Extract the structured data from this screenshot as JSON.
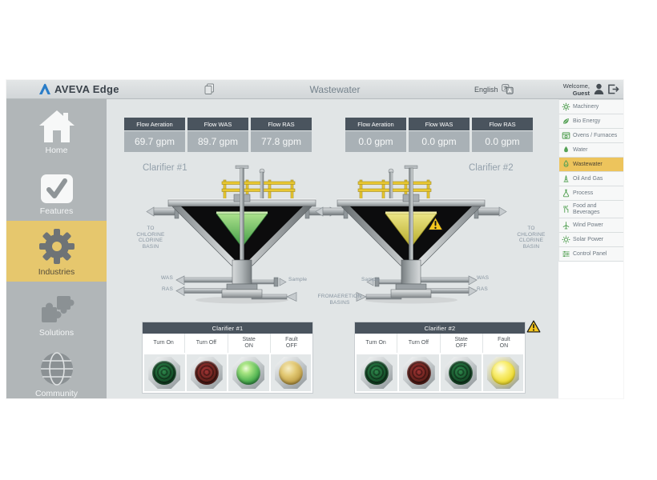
{
  "topbar": {
    "brand": "AVEVA Edge",
    "title": "Wastewater",
    "language": "English",
    "welcome_line1": "Welcome,",
    "welcome_line2": "Guest"
  },
  "left_nav": {
    "items": [
      {
        "label": "Home"
      },
      {
        "label": "Features"
      },
      {
        "label": "Industries"
      },
      {
        "label": "Solutions"
      },
      {
        "label": "Community"
      }
    ]
  },
  "industries_nav": {
    "items": [
      {
        "label": "Machinery"
      },
      {
        "label": "Bio Energy"
      },
      {
        "label": "Ovens / Furnaces"
      },
      {
        "label": "Water"
      },
      {
        "label": "Wastewater"
      },
      {
        "label": "Oil And Gas"
      },
      {
        "label": "Process"
      },
      {
        "label": "Food and Beverages"
      },
      {
        "label": "Wind Power"
      },
      {
        "label": "Solar Power"
      },
      {
        "label": "Control Panel"
      }
    ]
  },
  "clarifier1": {
    "title": "Clarifier #1",
    "flows": [
      {
        "label": "Flow Aeration",
        "value": "69.7 gpm"
      },
      {
        "label": "Flow WAS",
        "value": "89.7 gpm"
      },
      {
        "label": "Flow RAS",
        "value": "77.8 gpm"
      }
    ],
    "controls": {
      "turn_on_label": "Turn On",
      "turn_off_label": "Turn Off",
      "state_label": "State",
      "state_value": "ON",
      "fault_label": "Fault",
      "fault_value": "OFF"
    },
    "lights": {
      "turn_on": "green-off",
      "turn_off": "red-off",
      "state": "green-on",
      "fault": "amber"
    },
    "alarm": false
  },
  "clarifier2": {
    "title": "Clarifier #2",
    "flows": [
      {
        "label": "Flow Aeration",
        "value": "0.0 gpm"
      },
      {
        "label": "Flow WAS",
        "value": "0.0 gpm"
      },
      {
        "label": "Flow RAS",
        "value": "0.0 gpm"
      }
    ],
    "controls": {
      "turn_on_label": "Turn On",
      "turn_off_label": "Turn Off",
      "state_label": "State",
      "state_value": "OFF",
      "fault_label": "Fault",
      "fault_value": "ON"
    },
    "lights": {
      "turn_on": "green-off",
      "turn_off": "red-off",
      "state": "green-off",
      "fault": "yellow-on"
    },
    "alarm": true
  },
  "annotations": {
    "to_chlorine": [
      "TO",
      "CHLORINE",
      "CLORINE",
      "BASIN"
    ],
    "was": "WAS",
    "ras": "RAS",
    "sample": "Sample",
    "from_aeration": [
      "FROMAERETION",
      "BASINS"
    ]
  },
  "colors": {
    "accent_gold": "#e6c76d",
    "sidebar_active_gold": "#edc45c",
    "header_dark": "#4a545e",
    "brand_blue": "#2a7dc8",
    "icon_green": "#55a155",
    "alarm_yellow": "#f4c61f",
    "light_green_on": "#5ab957",
    "light_yellow_on": "#eedc36",
    "light_green_off": "#16502a",
    "light_red_off": "#64221c",
    "light_amber": "#e2c873",
    "railing_yellow": "#e9c832"
  }
}
